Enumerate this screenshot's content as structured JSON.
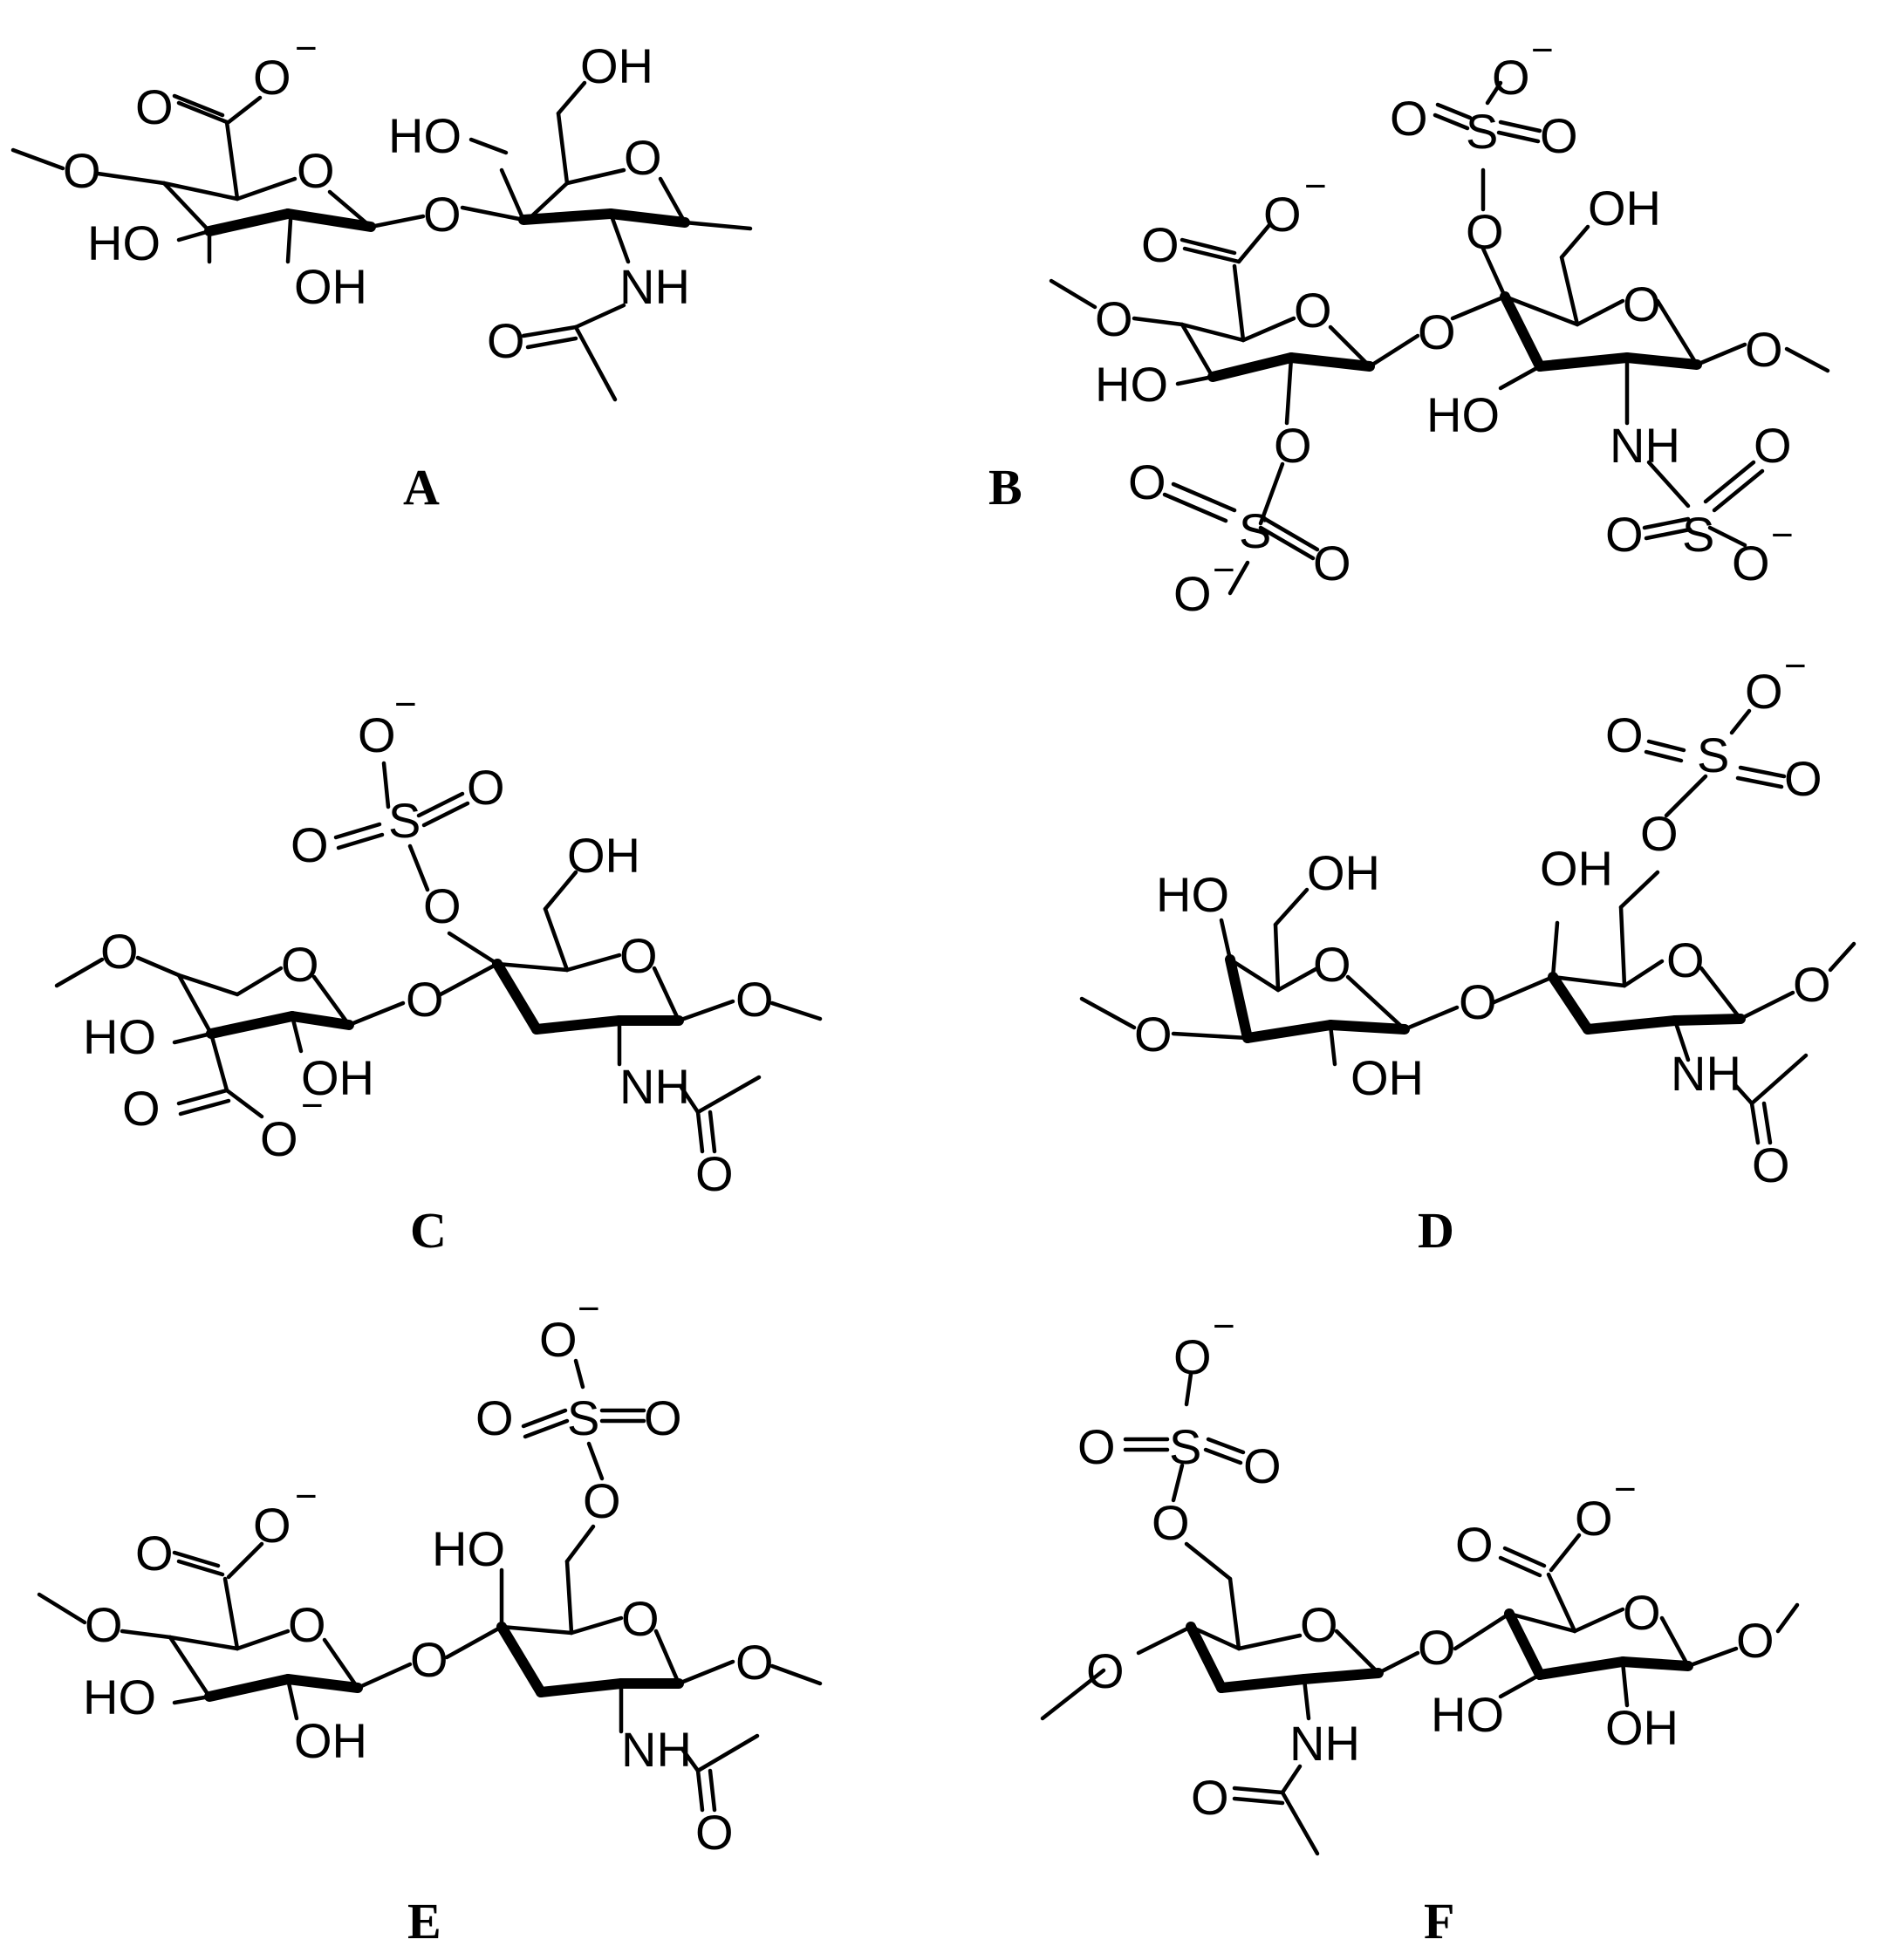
{
  "panels": [
    {
      "label": "A",
      "atoms": {
        "o_carb": "O",
        "o_minus": "O",
        "o_ring1": "O",
        "o_link": "O",
        "o_ring2": "O",
        "oh_top": "OH",
        "ho_c4": "HO",
        "ho_c3": "HO",
        "oh_c2": "OH",
        "nh": "NH",
        "o_acetyl": "O",
        "o_left": "O"
      }
    },
    {
      "label": "B",
      "atoms": {
        "o_left": "O",
        "o_carb": "O",
        "o_minus": "O",
        "o_ring1": "O",
        "o_link": "O",
        "ho_c3": "HO",
        "o_sulf2": "O",
        "s2": "S",
        "o_s2a": "O",
        "o_s2b": "O",
        "o_s2c": "O",
        "o_sulf3": "O",
        "s3": "S",
        "o_s3a": "O",
        "o_s3b": "O",
        "o_s3c": "O",
        "oh_top": "OH",
        "o_ring2": "O",
        "o_right": "O",
        "ho_c3b": "HO",
        "nh": "NH",
        "s4": "S",
        "o_s4a": "O",
        "o_s4b": "O",
        "o_s4c": "O"
      }
    },
    {
      "label": "C",
      "atoms": {
        "o_left": "O",
        "o_ring1": "O",
        "ho_c3": "HO",
        "oh_c2": "OH",
        "o_carb": "O",
        "o_minus": "O",
        "o_link": "O",
        "o_s_minus": "O",
        "o_s_a": "O",
        "s": "S",
        "o_s_b": "O",
        "o_sulf": "O",
        "oh_top": "OH",
        "o_ring2": "O",
        "o_right": "O",
        "nh": "NH",
        "o_acetyl": "O"
      }
    },
    {
      "label": "D",
      "atoms": {
        "ho_c4": "HO",
        "oh_c6": "OH",
        "o_ring1": "O",
        "o_left": "O",
        "oh_c2": "OH",
        "o_link": "O",
        "o_s_minus": "O",
        "o_s_a": "O",
        "s": "S",
        "o_s_b": "O",
        "o_sulf": "O",
        "oh_c4b": "OH",
        "o_ring2": "O",
        "o_right": "O",
        "nh": "NH",
        "o_acetyl": "O"
      }
    },
    {
      "label": "E",
      "atoms": {
        "o_carb": "O",
        "o_minus": "O",
        "o_left": "O",
        "o_ring1": "O",
        "ho_c3": "HO",
        "oh_c2": "OH",
        "o_link": "O",
        "o_s_minus": "O",
        "o_s_a": "O",
        "s": "S",
        "o_s_b": "O",
        "o_sulf": "O",
        "ho_c4": "HO",
        "o_ring2": "O",
        "o_right": "O",
        "nh": "NH",
        "o_acetyl": "O"
      }
    },
    {
      "label": "F",
      "atoms": {
        "o_s_minus": "O",
        "o_s_a": "O",
        "s": "S",
        "o_s_b": "O",
        "o_sulf": "O",
        "o_ring1": "O",
        "o_left": "O",
        "nh": "NH",
        "o_acetyl": "O",
        "o_link": "O",
        "o_carb": "O",
        "o_minus": "O",
        "o_ring2": "O",
        "o_right": "O",
        "ho_c3": "HO",
        "oh_c2": "OH"
      }
    }
  ],
  "charge_symbol": "−"
}
